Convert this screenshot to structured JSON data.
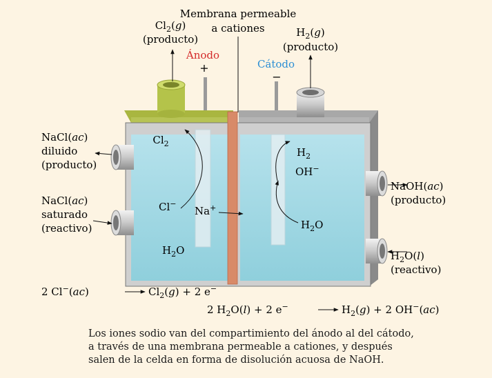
{
  "figure": {
    "membrane_label": [
      "Membrana permeable",
      "a cationes"
    ],
    "anode": {
      "label": "Ánodo",
      "sign": "+",
      "color": "#d42a2a"
    },
    "cathode": {
      "label": "Cátodo",
      "sign": "−",
      "color": "#2a8ed4"
    },
    "cl2_out": {
      "formula": [
        "Cl",
        "2",
        "(",
        "g",
        ")"
      ],
      "note": "(producto)"
    },
    "h2_out": {
      "formula": [
        "H",
        "2",
        "(",
        "g",
        ")"
      ],
      "note": "(producto)"
    },
    "nacl_diluted": {
      "formula": [
        "NaCl(",
        "ac",
        ")"
      ],
      "line2": "diluido",
      "line3": "(producto)"
    },
    "nacl_saturated": {
      "formula": [
        "NaCl(",
        "ac",
        ")"
      ],
      "line2": "saturado",
      "line3": "(reactivo)"
    },
    "naoh_out": {
      "formula": [
        "NaOH(",
        "ac",
        ")"
      ],
      "line2": "(producto)"
    },
    "h2o_in": {
      "formula": [
        "H",
        "2",
        "O(",
        "l",
        ")"
      ],
      "line2": "(reactivo)"
    },
    "anode_side": {
      "cl2": [
        "Cl",
        "2"
      ],
      "cl_ion": [
        "Cl",
        "−"
      ],
      "h2o": [
        "H",
        "2",
        "O"
      ]
    },
    "cathode_side": {
      "h2": [
        "H",
        "2"
      ],
      "oh_ion": [
        "OH",
        "−"
      ],
      "h2o": [
        "H",
        "2",
        "O"
      ]
    },
    "na_ion": [
      "Na",
      "+"
    ],
    "anode_eq": [
      "2 Cl",
      "−",
      "(",
      "ac",
      ")",
      "Cl",
      "2",
      "(",
      "g",
      ") + 2 e",
      "−"
    ],
    "cathode_eq": [
      "2 H",
      "2",
      "O(",
      "l",
      ") + 2 e",
      "−",
      "H",
      "2",
      "(",
      "g",
      ") + 2 OH",
      "−",
      "(",
      "ac",
      ")"
    ],
    "colors": {
      "liquid": "#a8dbe6",
      "liquid_dark": "#7cc3d3",
      "anode_top": "#a8b640",
      "anode_pipe": "#c0cf55",
      "cathode_top": "#9c9c9c",
      "membrane": "#d98866",
      "frame": "#c8c8c8"
    }
  },
  "caption": [
    "Los iones sodio van del compartimiento del ánodo al del cátodo,",
    "a través de una membrana permeable a cationes, y después",
    "salen de la celda en forma de disolución acuosa de NaOH."
  ]
}
